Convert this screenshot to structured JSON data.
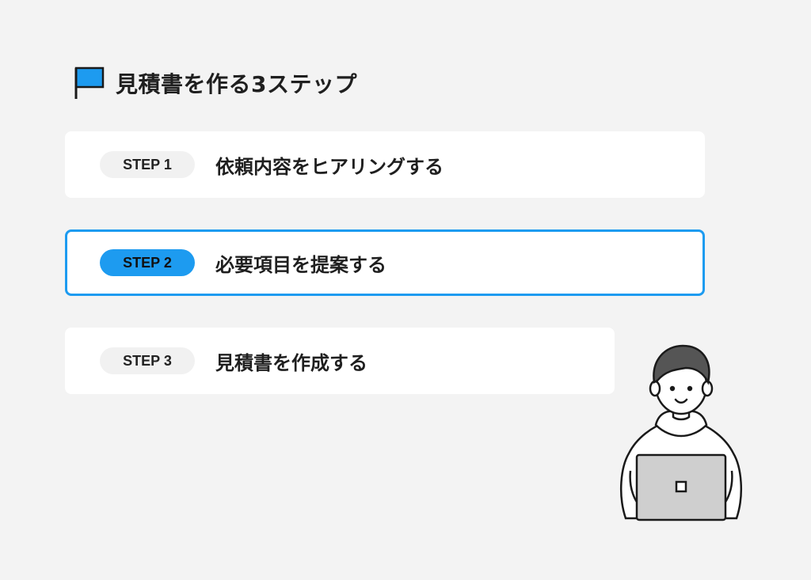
{
  "heading": {
    "title": "見積書を作る3ステップ",
    "flag_icon": "flag-icon",
    "flag_color": "#1d9bf0"
  },
  "steps": [
    {
      "badge": "STEP 1",
      "label": "依頼内容をヒアリングする",
      "active": false
    },
    {
      "badge": "STEP 2",
      "label": "必要項目を提案する",
      "active": true
    },
    {
      "badge": "STEP 3",
      "label": "見積書を作成する",
      "active": false
    }
  ],
  "colors": {
    "accent": "#1d9bf0",
    "background": "#f3f3f3",
    "card": "#ffffff",
    "badge": "#f1f1f1"
  },
  "illustration": {
    "icon": "person-with-laptop-icon"
  }
}
